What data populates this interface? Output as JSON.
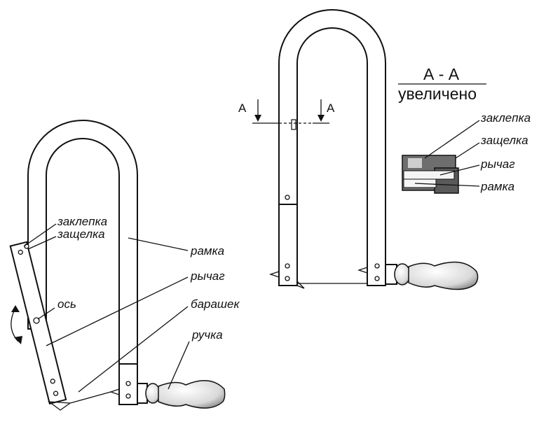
{
  "labels": {
    "left": {
      "zaklepka": "заклепка",
      "zashchelka": "защелка",
      "ramka": "рамка",
      "rychag": "рычаг",
      "os": "ось",
      "barashek": "барашек",
      "ruchka": "ручка"
    },
    "section": {
      "a_left": "A",
      "a_right": "A",
      "title": "А - А",
      "subtitle": "увеличено"
    },
    "detail": {
      "zaklepka": "заклепка",
      "zashchelka": "защелка",
      "rychag": "рычаг",
      "ramka": "рамка"
    }
  }
}
